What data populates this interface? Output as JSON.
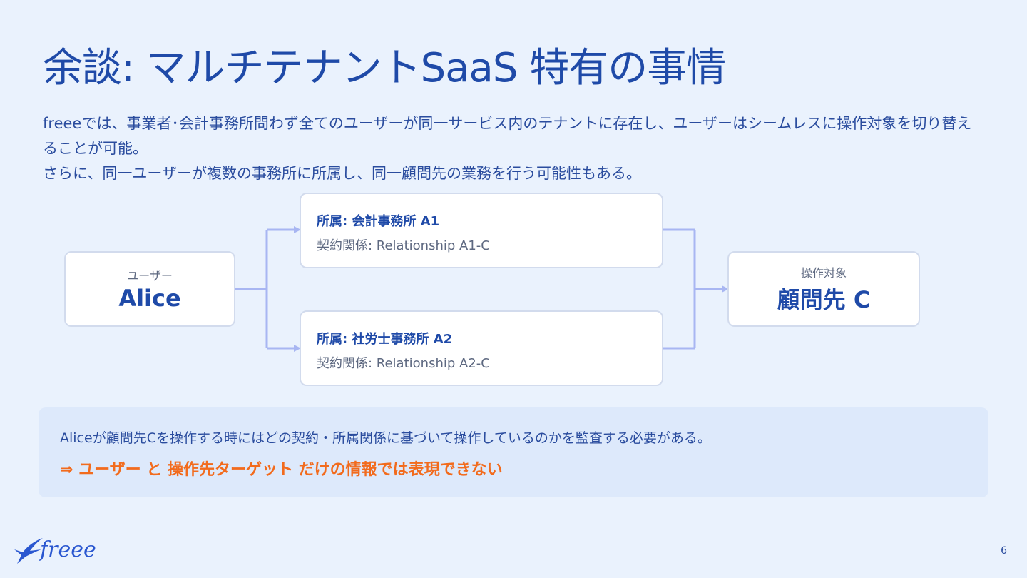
{
  "title": "余談: マルチテナントSaaS 特有の事情",
  "description": {
    "line1": "freeeでは、事業者･会計事務所問わず全てのユーザーが同一サービス内のテナントに存在し、ユーザーはシームレスに操作対象を切り替えることが可能。",
    "line2": "さらに、同一ユーザーが複数の事務所に所属し、同一顧問先の業務を行う可能性もある。"
  },
  "diagram": {
    "user": {
      "caption": "ユーザー",
      "name": "Alice"
    },
    "relations": [
      {
        "affiliation": "所属: 会計事務所 A1",
        "contract": "契約関係: Relationship A1-C"
      },
      {
        "affiliation": "所属: 社労士事務所 A2",
        "contract": "契約関係: Relationship A2-C"
      }
    ],
    "target": {
      "caption": "操作対象",
      "name": "顧問先 C"
    },
    "connector_color": "#a8b6f2"
  },
  "callout": {
    "note": "Aliceが顧問先Cを操作する時にはどの契約・所属関係に基づいて操作しているのかを監査する必要がある。",
    "emphasis": "⇒ ユーザー と 操作先ターゲット だけの情報では表現できない",
    "emphasis_color": "#f26b1d"
  },
  "footer": {
    "logo": "freee",
    "page_number": "6"
  }
}
